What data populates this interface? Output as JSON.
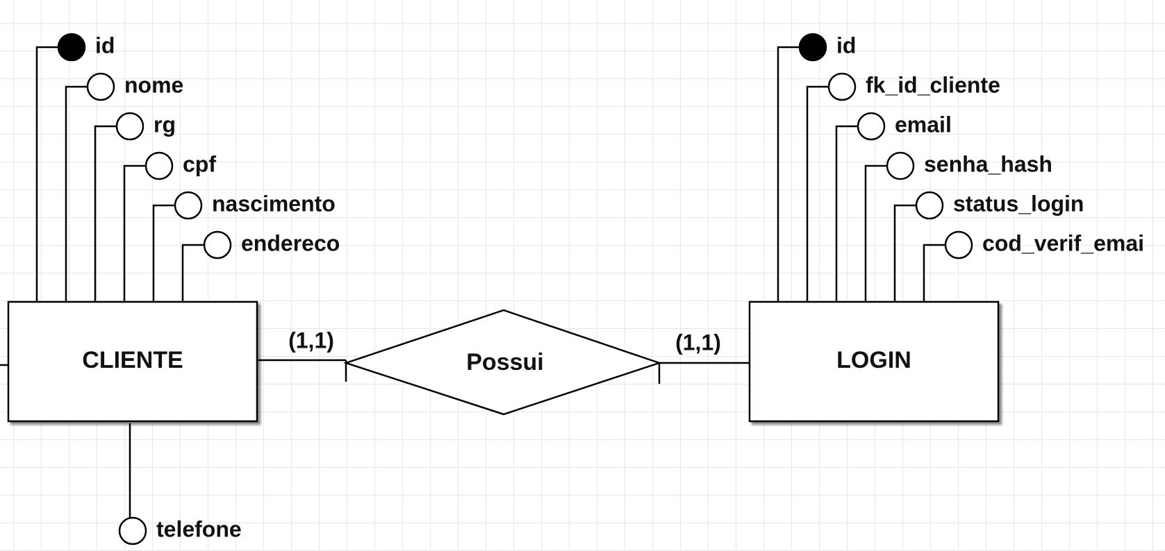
{
  "entities": {
    "cliente": {
      "name": "CLIENTE",
      "attributes": [
        {
          "label": "id",
          "key": true
        },
        {
          "label": "nome",
          "key": false
        },
        {
          "label": "rg",
          "key": false
        },
        {
          "label": "cpf",
          "key": false
        },
        {
          "label": "nascimento",
          "key": false
        },
        {
          "label": "endereco",
          "key": false
        }
      ],
      "multivalued_attribute": {
        "label": "telefone",
        "key": false
      }
    },
    "login": {
      "name": "LOGIN",
      "attributes": [
        {
          "label": "id",
          "key": true
        },
        {
          "label": "fk_id_cliente",
          "key": false
        },
        {
          "label": "email",
          "key": false
        },
        {
          "label": "senha_hash",
          "key": false
        },
        {
          "label": "status_login",
          "key": false
        },
        {
          "label": "cod_verif_emai",
          "key": false
        }
      ]
    }
  },
  "relationship": {
    "name": "Possui",
    "cardinality_left": "(1,1)",
    "cardinality_right": "(1,1)"
  }
}
